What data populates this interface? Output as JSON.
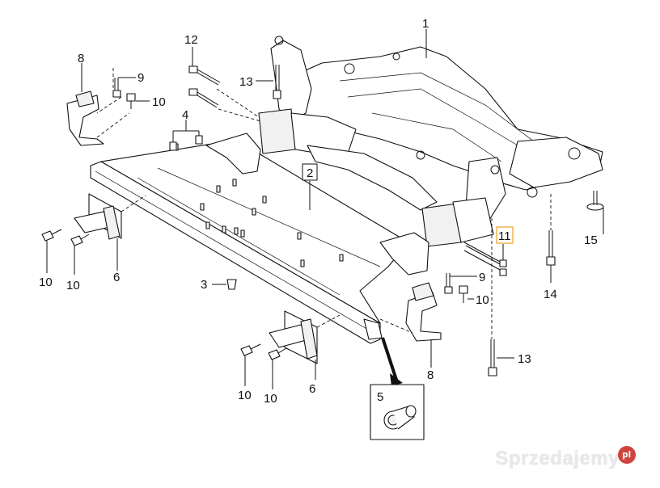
{
  "labels": {
    "l1": "1",
    "l2": "2",
    "l3": "3",
    "l4": "4",
    "l5": "5",
    "l6a": "6",
    "l6b": "6",
    "l8a": "8",
    "l8b": "8",
    "l9a": "9",
    "l9b": "9",
    "l10a": "10",
    "l10b": "10",
    "l10c": "10",
    "l10d": "10",
    "l10e": "10",
    "l10f": "10",
    "l11": "11",
    "l12": "12",
    "l13a": "13",
    "l13b": "13",
    "l14": "14",
    "l15": "15"
  },
  "watermark": {
    "text": "Sprzedajemy",
    "badge": "pl"
  },
  "colors": {
    "highlight_box": "#f0a020",
    "badge": "#d0423c"
  }
}
